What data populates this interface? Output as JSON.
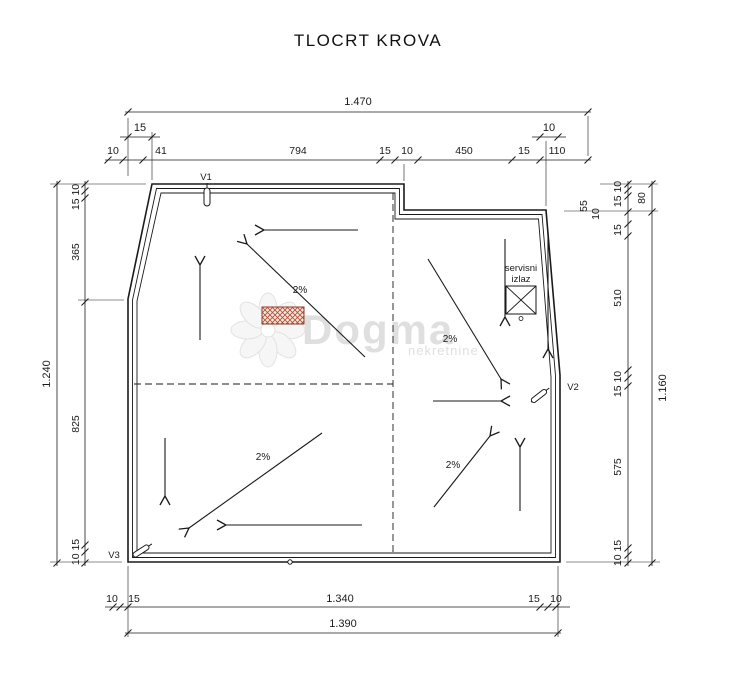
{
  "title": "TLOCRT KROVA",
  "watermark": {
    "brand": "Dogma",
    "sub": "nekretnine"
  },
  "roof": {
    "drain_v1": "V1",
    "drain_v2": "V2",
    "drain_v3": "V3",
    "service_exit_line1": "servisni",
    "service_exit_line2": "izlaz",
    "slope_top_left": "2%",
    "slope_top_right": "2%",
    "slope_bottom_left": "2%",
    "slope_bottom_right": "2%"
  },
  "dims": {
    "top_total": "1.470",
    "top_sub_left": "15",
    "top_sub_right": "10",
    "top_chain": [
      "10",
      "41",
      "794",
      "15",
      "10",
      "450",
      "15",
      "110"
    ],
    "left_total": "1.240",
    "left_chain": [
      "15 10",
      "365",
      "825",
      "10 15"
    ],
    "right_step": "80",
    "right_total": "1.160",
    "right_diag_a": "55",
    "right_diag_b": "10",
    "right_chain": [
      "15 10",
      "15",
      "510",
      "15 10",
      "575",
      "10 15"
    ],
    "bottom_chain": [
      "10",
      "15",
      "1.340",
      "15",
      "10"
    ],
    "bottom_total": "1.390"
  }
}
